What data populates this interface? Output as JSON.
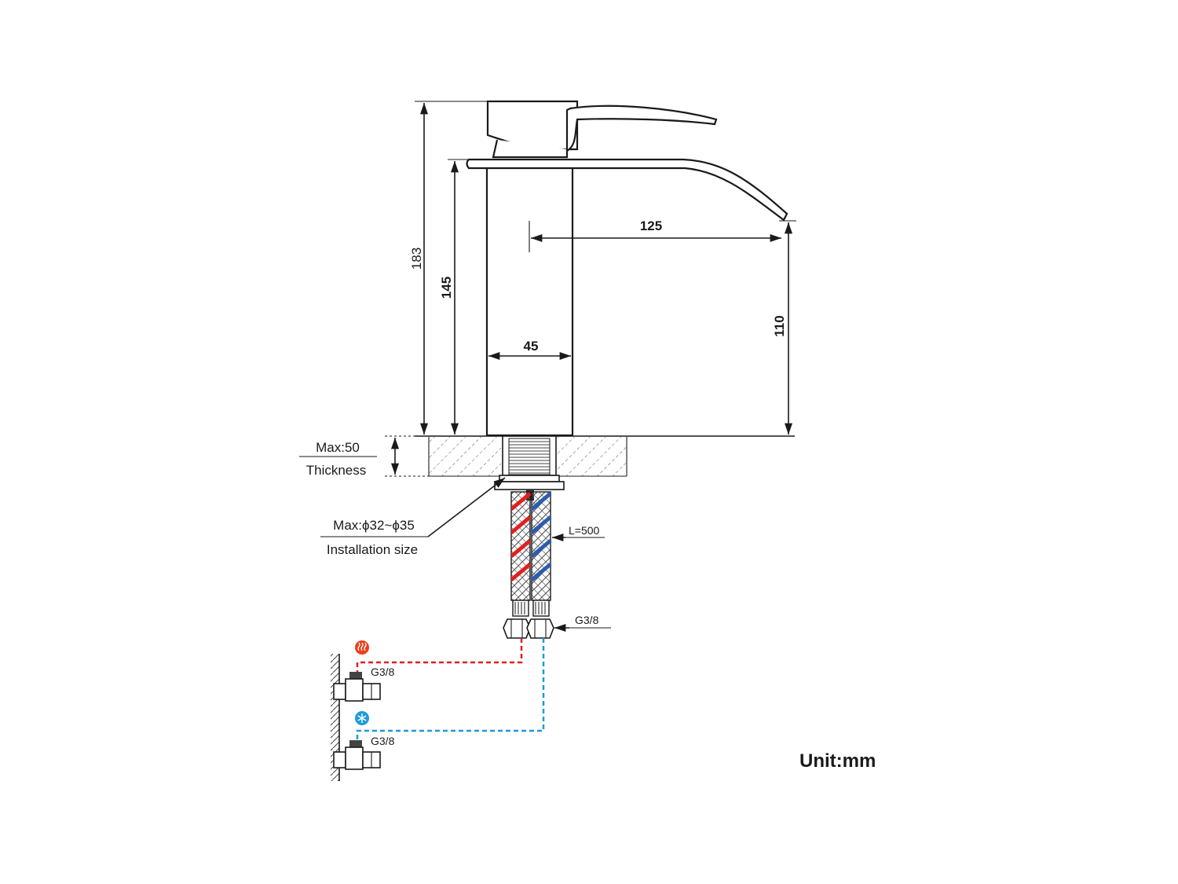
{
  "dimensions": {
    "total_height": "183",
    "spout_height": "145",
    "spout_reach": "125",
    "outlet_height": "110",
    "body_width": "45"
  },
  "labels": {
    "thickness_value": "Max:50",
    "thickness_caption": "Thickness",
    "install_value": "Max:ϕ32~ϕ35",
    "install_caption": "Installation size",
    "hose_length": "L=500",
    "hose_thread": "G3/8",
    "hot_valve_thread": "G3/8",
    "cold_valve_thread": "G3/8",
    "unit": "Unit:mm"
  },
  "icons": {
    "hot": "hot-water-icon",
    "cold": "cold-water-icon"
  },
  "colors": {
    "hot": "#e02020",
    "cold": "#2a5db0",
    "hot_line": "#e02020",
    "cold_line": "#1f9bd8",
    "ink": "#1a1a1a"
  }
}
